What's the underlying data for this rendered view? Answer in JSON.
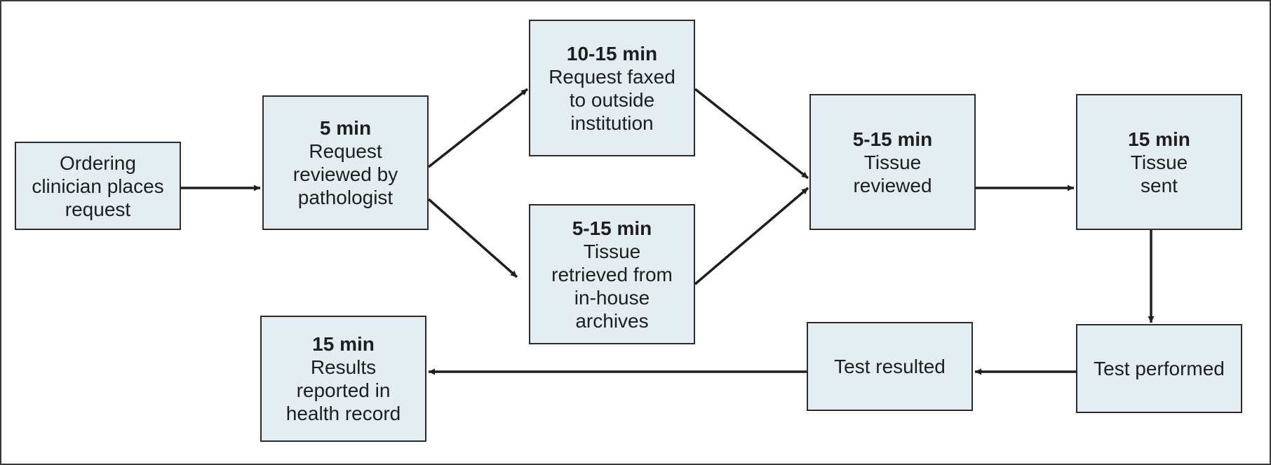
{
  "flowchart": {
    "nodes": [
      {
        "id": "ordering",
        "time": "",
        "text": "Ordering\nclinician places\nrequest"
      },
      {
        "id": "review",
        "time": "5 min",
        "text": "Request\nreviewed by\npathologist"
      },
      {
        "id": "fax",
        "time": "10-15 min",
        "text": "Request faxed\nto outside\ninstitution"
      },
      {
        "id": "retrieve",
        "time": "5-15 min",
        "text": "Tissue\nretrieved from\nin-house\narchives"
      },
      {
        "id": "tissue_review",
        "time": "5-15 min",
        "text": "Tissue\nreviewed"
      },
      {
        "id": "tissue_sent",
        "time": "15 min",
        "text": "Tissue\nsent"
      },
      {
        "id": "performed",
        "time": "",
        "text": "Test performed"
      },
      {
        "id": "resulted",
        "time": "",
        "text": "Test resulted"
      },
      {
        "id": "reported",
        "time": "15 min",
        "text": "Results\nreported in\nhealth record"
      }
    ],
    "edges": [
      {
        "from": "ordering",
        "to": "review"
      },
      {
        "from": "review",
        "to": "fax"
      },
      {
        "from": "review",
        "to": "retrieve"
      },
      {
        "from": "fax",
        "to": "tissue_review"
      },
      {
        "from": "retrieve",
        "to": "tissue_review"
      },
      {
        "from": "tissue_review",
        "to": "tissue_sent"
      },
      {
        "from": "tissue_sent",
        "to": "performed"
      },
      {
        "from": "performed",
        "to": "resulted"
      },
      {
        "from": "resulted",
        "to": "reported"
      }
    ]
  }
}
